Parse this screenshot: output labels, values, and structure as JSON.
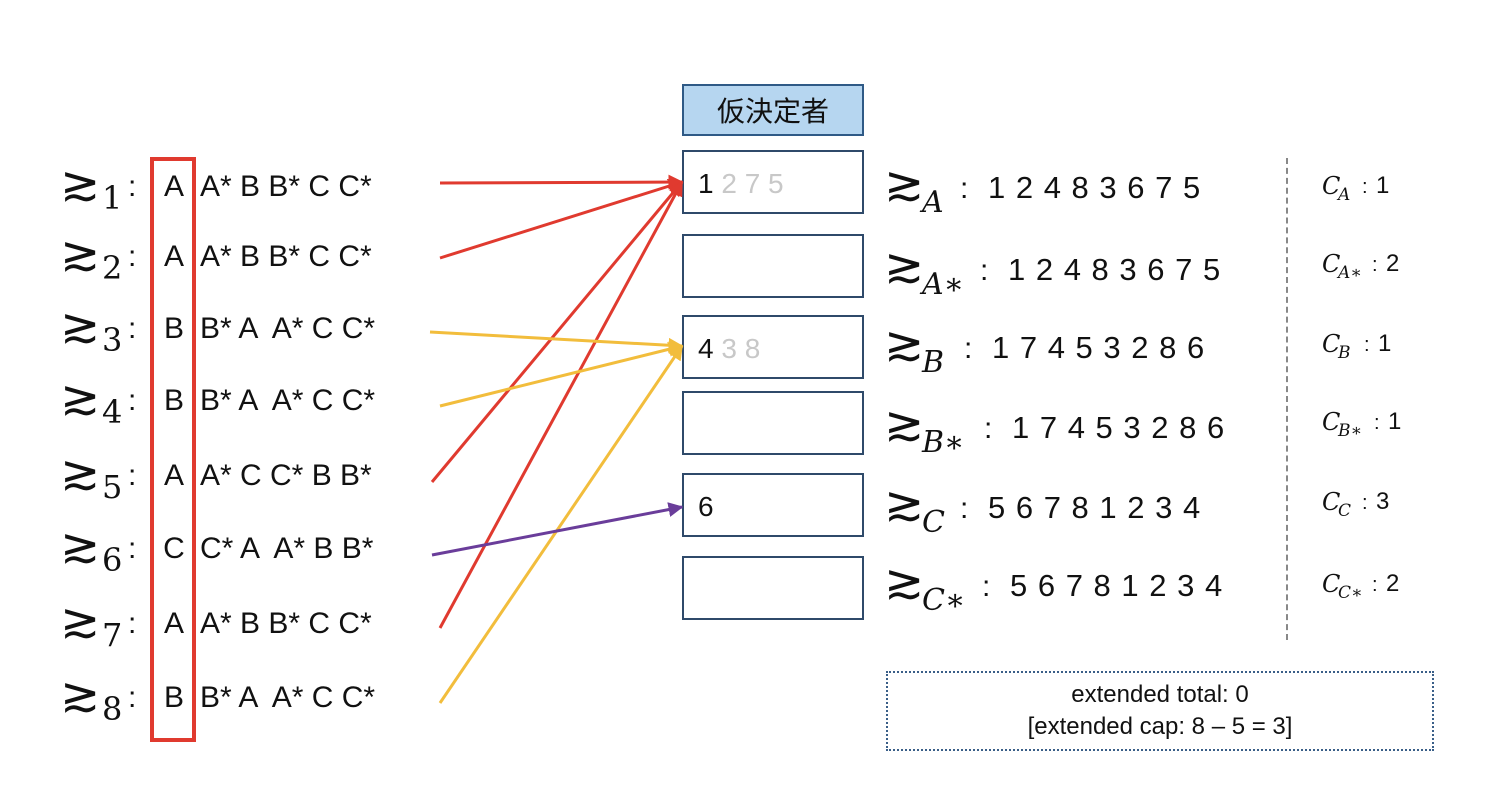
{
  "student_preferences": [
    {
      "index": "1",
      "first": "A",
      "rest": "A* B B* C C*"
    },
    {
      "index": "2",
      "first": "A",
      "rest": "A* B B* C C*"
    },
    {
      "index": "3",
      "first": "B",
      "rest": "B* A  A* C C*"
    },
    {
      "index": "4",
      "first": "B",
      "rest": "B* A  A* C C*"
    },
    {
      "index": "5",
      "first": "A",
      "rest": "A* C C* B B*"
    },
    {
      "index": "6",
      "first": "C",
      "rest": "C* A  A* B B*"
    },
    {
      "index": "7",
      "first": "A",
      "rest": "A* B B* C C*"
    },
    {
      "index": "8",
      "first": "B",
      "rest": "B* A  A* C C*"
    }
  ],
  "pref_symbol": "≳",
  "colon": ":",
  "tentative_header": "仮決定者",
  "slots": [
    {
      "held": "1",
      "rejected": " 2 7 5"
    },
    {
      "held": "",
      "rejected": ""
    },
    {
      "held": "4",
      "rejected": " 3 8"
    },
    {
      "held": "",
      "rejected": ""
    },
    {
      "held": "6",
      "rejected": ""
    },
    {
      "held": "",
      "rejected": ""
    }
  ],
  "school_preferences": [
    {
      "name": "A",
      "ranking": "1 2 4 8 3 6 7 5"
    },
    {
      "name": "A∗",
      "ranking": "1 2 4 8 3 6 7 5"
    },
    {
      "name": "B",
      "ranking": "1 7 4 5 3 2 8 6"
    },
    {
      "name": "B∗",
      "ranking": "1 7 4 5 3 2 8 6"
    },
    {
      "name": "C",
      "ranking": "5 6 7 8 1 2 3 4"
    },
    {
      "name": "C∗",
      "ranking": "5 6 7 8 1 2 3 4"
    }
  ],
  "capacities": [
    {
      "school": "A",
      "value": "1"
    },
    {
      "school": "A∗",
      "value": "2"
    },
    {
      "school": "B",
      "value": "1"
    },
    {
      "school": "B∗",
      "value": "1"
    },
    {
      "school": "C",
      "value": "3"
    },
    {
      "school": "C∗",
      "value": "2"
    }
  ],
  "capacity_symbol": "C",
  "extended_total": "extended total: 0",
  "extended_cap": "[extended cap: 8 – 5 = 3]",
  "arrows": [
    {
      "from": 1,
      "to_slot": 1,
      "color": "#e03a2f"
    },
    {
      "from": 2,
      "to_slot": 1,
      "color": "#e03a2f"
    },
    {
      "from": 5,
      "to_slot": 1,
      "color": "#e03a2f"
    },
    {
      "from": 7,
      "to_slot": 1,
      "color": "#e03a2f"
    },
    {
      "from": 3,
      "to_slot": 3,
      "color": "#f2bd3c"
    },
    {
      "from": 4,
      "to_slot": 3,
      "color": "#f2bd3c"
    },
    {
      "from": 8,
      "to_slot": 3,
      "color": "#f2bd3c"
    },
    {
      "from": 6,
      "to_slot": 5,
      "color": "#6a3d9a"
    }
  ]
}
